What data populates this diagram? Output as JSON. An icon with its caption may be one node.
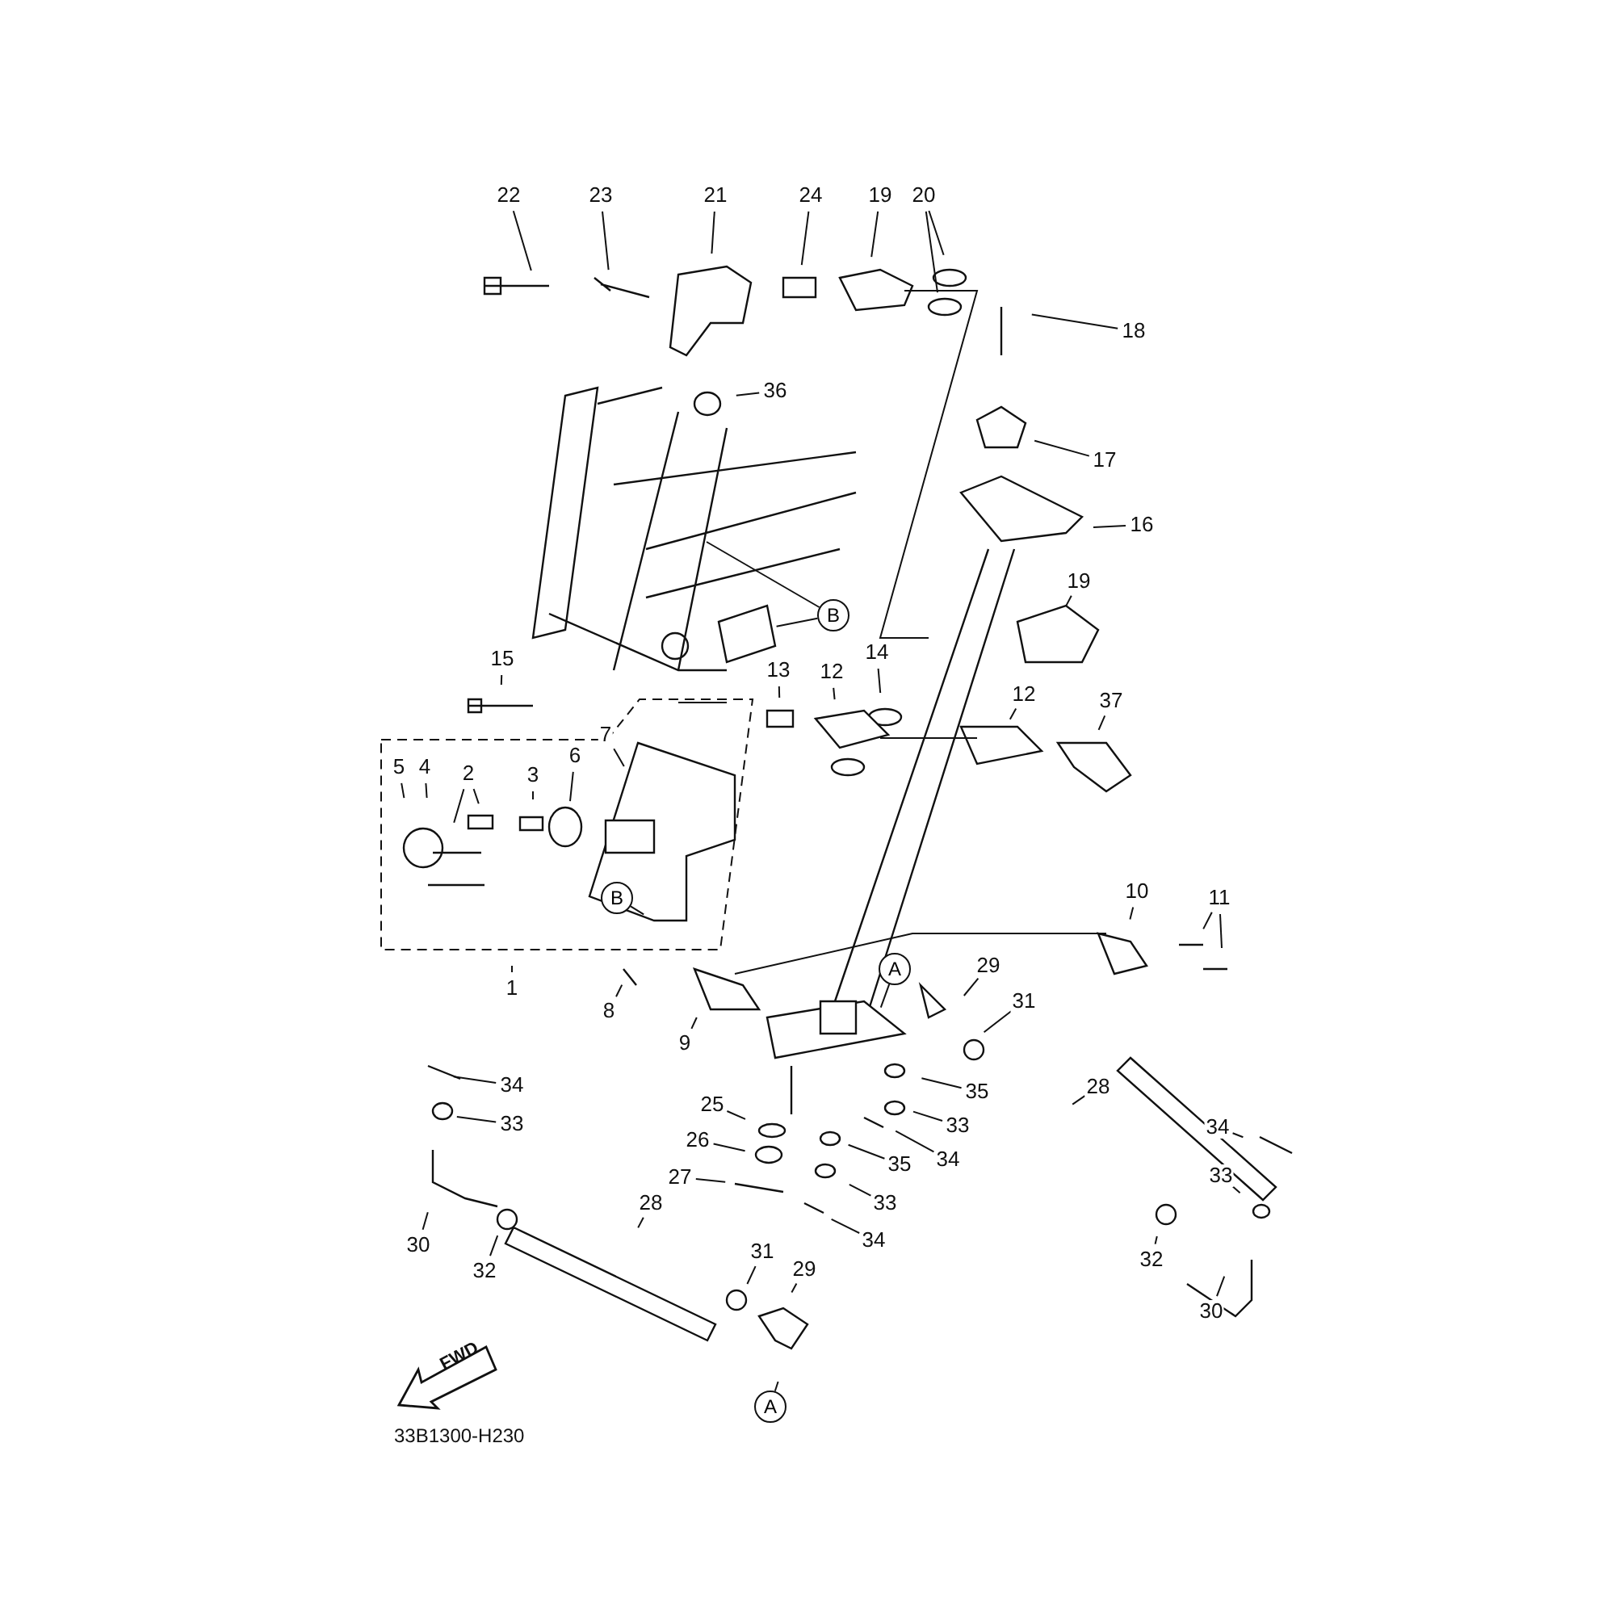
{
  "diagram": {
    "nodes": [
      {
        "text": [
          "22"
        ]
      },
      {
        "text": [
          "23"
        ]
      },
      {
        "text": [
          "21"
        ]
      },
      {
        "text": [
          "24"
        ]
      },
      {
        "text": [
          "19"
        ]
      },
      {
        "text": [
          "20"
        ]
      },
      {
        "text": [
          "36"
        ]
      },
      {
        "text": [
          "18"
        ]
      },
      {
        "text": [
          "17"
        ]
      },
      {
        "text": [
          "16"
        ]
      },
      {
        "text": [
          "B"
        ]
      },
      {
        "text": [
          "19"
        ]
      },
      {
        "text": [
          "15"
        ]
      },
      {
        "text": [
          "14"
        ]
      },
      {
        "text": [
          "13"
        ]
      },
      {
        "text": [
          "12"
        ]
      },
      {
        "text": [
          "12"
        ]
      },
      {
        "text": [
          "37"
        ]
      },
      {
        "text": [
          "7"
        ]
      },
      {
        "text": [
          "5"
        ]
      },
      {
        "text": [
          "4"
        ]
      },
      {
        "text": [
          "2"
        ]
      },
      {
        "text": [
          "3"
        ]
      },
      {
        "text": [
          "6"
        ]
      },
      {
        "text": [
          "B"
        ]
      },
      {
        "text": [
          "10"
        ]
      },
      {
        "text": [
          "11"
        ]
      },
      {
        "text": [
          "1"
        ]
      },
      {
        "text": [
          "8"
        ]
      },
      {
        "text": [
          "9"
        ]
      },
      {
        "text": [
          "29"
        ]
      },
      {
        "text": [
          "A"
        ]
      },
      {
        "text": [
          "31"
        ]
      },
      {
        "text": [
          "34"
        ]
      },
      {
        "text": [
          "28"
        ]
      },
      {
        "text": [
          "35"
        ]
      },
      {
        "text": [
          "33"
        ]
      },
      {
        "text": [
          "25"
        ]
      },
      {
        "text": [
          "33"
        ]
      },
      {
        "text": [
          "34"
        ]
      },
      {
        "text": [
          "34"
        ]
      },
      {
        "text": [
          "26"
        ]
      },
      {
        "text": [
          "35"
        ]
      },
      {
        "text": [
          "33"
        ]
      },
      {
        "text": [
          "27"
        ]
      },
      {
        "text": [
          "33"
        ]
      },
      {
        "text": [
          "28"
        ]
      },
      {
        "text": [
          "30"
        ]
      },
      {
        "text": [
          "32"
        ]
      },
      {
        "text": [
          "34"
        ]
      },
      {
        "text": [
          "32"
        ]
      },
      {
        "text": [
          "31"
        ]
      },
      {
        "text": [
          "29"
        ]
      },
      {
        "text": [
          "30"
        ]
      },
      {
        "text": [
          "A"
        ]
      }
    ],
    "edges": [
      {
        "from": 0,
        "to": null,
        "arrow": "none"
      },
      {
        "from": 1,
        "to": null,
        "arrow": "none"
      },
      {
        "from": 2,
        "to": null,
        "arrow": "none"
      },
      {
        "from": 3,
        "to": null,
        "arrow": "none"
      },
      {
        "from": 4,
        "to": null,
        "arrow": "none"
      },
      {
        "from": 5,
        "to": null,
        "arrow": "none"
      },
      {
        "from": 5,
        "to": null,
        "arrow": "none"
      },
      {
        "from": 6,
        "to": null,
        "arrow": "none"
      },
      {
        "from": 7,
        "to": null,
        "arrow": "none"
      },
      {
        "from": 8,
        "to": null,
        "arrow": "none"
      },
      {
        "from": 9,
        "to": null,
        "arrow": "none"
      },
      {
        "from": 10,
        "to": null,
        "arrow": "none"
      },
      {
        "from": 10,
        "to": null,
        "arrow": "none"
      },
      {
        "from": 11,
        "to": null,
        "arrow": "none"
      },
      {
        "from": 12,
        "to": null,
        "arrow": "none"
      },
      {
        "from": 13,
        "to": null,
        "arrow": "none"
      },
      {
        "from": 14,
        "to": null,
        "arrow": "none"
      },
      {
        "from": 15,
        "to": null,
        "arrow": "none"
      },
      {
        "from": 16,
        "to": null,
        "arrow": "none"
      },
      {
        "from": 17,
        "to": null,
        "arrow": "none"
      },
      {
        "from": 18,
        "to": null,
        "arrow": "none"
      },
      {
        "from": 19,
        "to": null,
        "arrow": "none"
      },
      {
        "from": 20,
        "to": null,
        "arrow": "none"
      },
      {
        "from": 21,
        "to": null,
        "arrow": "none"
      },
      {
        "from": 21,
        "to": null,
        "arrow": "none"
      },
      {
        "from": 22,
        "to": null,
        "arrow": "none"
      },
      {
        "from": 23,
        "to": null,
        "arrow": "none"
      },
      {
        "from": 24,
        "to": null,
        "arrow": "none"
      },
      {
        "from": 25,
        "to": null,
        "arrow": "none"
      },
      {
        "from": 26,
        "to": null,
        "arrow": "none"
      },
      {
        "from": 26,
        "to": null,
        "arrow": "none"
      },
      {
        "from": 27,
        "to": null,
        "arrow": "none"
      },
      {
        "from": 28,
        "to": null,
        "arrow": "none"
      },
      {
        "from": 29,
        "to": null,
        "arrow": "none"
      },
      {
        "from": 30,
        "to": null,
        "arrow": "none"
      },
      {
        "from": 31,
        "to": null,
        "arrow": "none"
      },
      {
        "from": 32,
        "to": null,
        "arrow": "none"
      },
      {
        "from": 33,
        "to": null,
        "arrow": "none"
      },
      {
        "from": 34,
        "to": null,
        "arrow": "none"
      },
      {
        "from": 35,
        "to": null,
        "arrow": "none"
      },
      {
        "from": 36,
        "to": null,
        "arrow": "none"
      },
      {
        "from": 37,
        "to": null,
        "arrow": "none"
      },
      {
        "from": 38,
        "to": null,
        "arrow": "none"
      },
      {
        "from": 39,
        "to": null,
        "arrow": "none"
      },
      {
        "from": 40,
        "to": null,
        "arrow": "none"
      },
      {
        "from": 41,
        "to": null,
        "arrow": "none"
      },
      {
        "from": 42,
        "to": null,
        "arrow": "none"
      },
      {
        "from": 43,
        "to": null,
        "arrow": "none"
      },
      {
        "from": 44,
        "to": null,
        "arrow": "none"
      },
      {
        "from": 45,
        "to": null,
        "arrow": "none"
      },
      {
        "from": 46,
        "to": null,
        "arrow": "none"
      },
      {
        "from": 47,
        "to": null,
        "arrow": "none"
      },
      {
        "from": 48,
        "to": null,
        "arrow": "none"
      },
      {
        "from": 49,
        "to": null,
        "arrow": "none"
      },
      {
        "from": 50,
        "to": null,
        "arrow": "none"
      },
      {
        "from": 51,
        "to": null,
        "arrow": "none"
      },
      {
        "from": 52,
        "to": null,
        "arrow": "none"
      },
      {
        "from": 53,
        "to": null,
        "arrow": "none"
      },
      {
        "from": 54,
        "to": null,
        "arrow": "none"
      }
    ],
    "labels": [
      "FWD",
      "33B1300-H230"
    ]
  }
}
